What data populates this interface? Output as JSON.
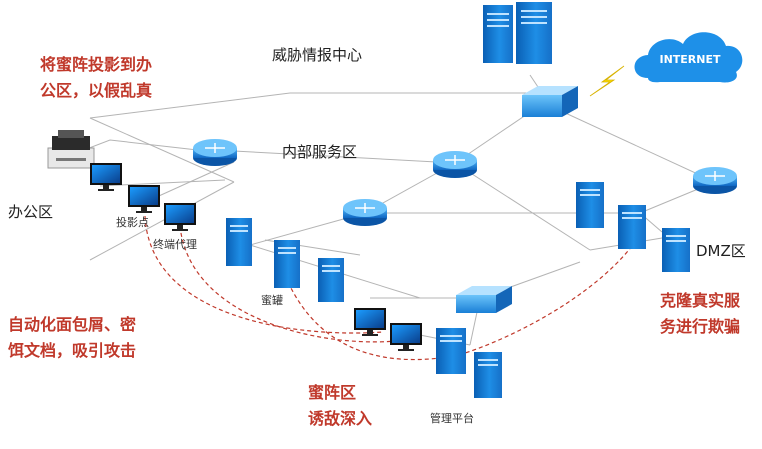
{
  "accent_red": "#c0392b",
  "cloud_color": "#1e90e8",
  "labels": {
    "threat_center": "威胁情报中心",
    "internal_zone": "内部服务区",
    "office_zone": "办公区",
    "dmz_zone": "DMZ区",
    "projection_point": "投影点",
    "terminal_proxy": "终端代理",
    "honeypot": "蜜罐",
    "mgmt_platform": "管理平台",
    "internet": "INTERNET"
  },
  "callouts": {
    "office_projection": "将蜜阵投影到办\n公区，以假乱真",
    "auto_bait": "自动化面包屑、密\n饵文档，吸引攻击",
    "honey_zone": "蜜阵区\n诱敌深入",
    "dmz_clone": "克隆真实服\n务进行欺骗"
  },
  "icons": [
    "printer-icon",
    "monitor-icon",
    "server-icon",
    "router-icon",
    "switch-icon",
    "cloud-icon",
    "lightning-icon"
  ]
}
